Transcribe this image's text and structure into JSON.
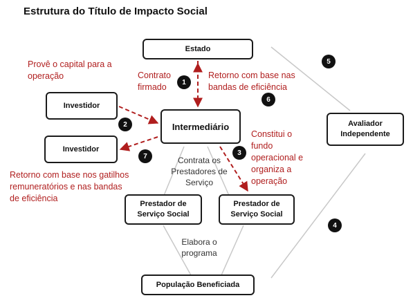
{
  "title": "Estrutura do Título de Impacto Social",
  "nodes": {
    "estado": "Estado",
    "investidor_1": "Investidor",
    "investidor_2": "Investidor",
    "intermediario": "Intermediário",
    "avaliador": [
      "Avaliador",
      "Independente"
    ],
    "prestador_1": [
      "Prestador de",
      "Serviço Social"
    ],
    "prestador_2": [
      "Prestador de",
      "Serviço Social"
    ],
    "populacao": "População Beneficiada"
  },
  "labels": {
    "capital": [
      "Provê o capital para a",
      "operação"
    ],
    "contrato": [
      "Contrato",
      "firmado"
    ],
    "retorno_estado": [
      "Retorno com base nas",
      "bandas de eficiência"
    ],
    "constitui": [
      "Constitui o",
      "fundo",
      "operacional e",
      "organiza a",
      "operação"
    ],
    "contrata": [
      "Contrata os",
      "Prestadores de",
      "Serviço"
    ],
    "retorno_investidor": [
      "Retorno com base nos gatilhos",
      "remuneratórios e nas bandas",
      "de eficiência"
    ],
    "elabora": [
      "Elabora o",
      "programa"
    ]
  },
  "badges": [
    "1",
    "2",
    "3",
    "4",
    "5",
    "6",
    "7"
  ],
  "colors": {
    "accent_red": "#b01e1e",
    "connector_gray": "#c8c8c8",
    "badge_black": "#111111"
  }
}
